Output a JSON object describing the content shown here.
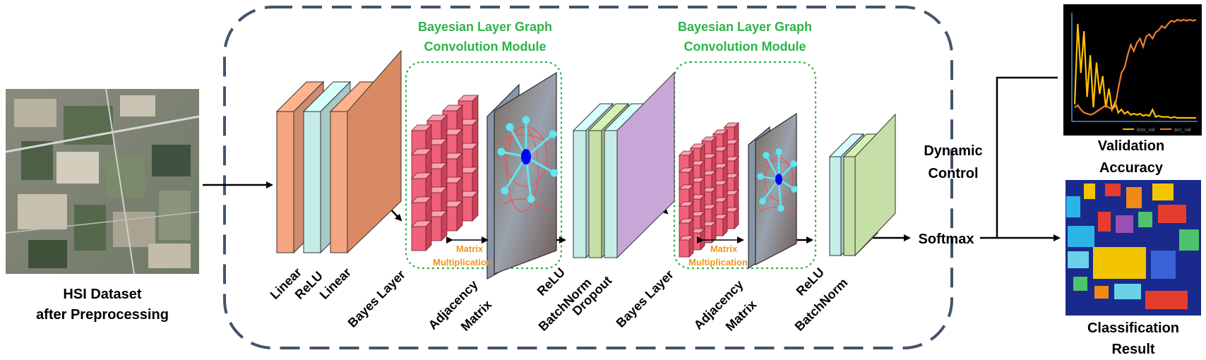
{
  "input": {
    "line1": "HSI Dataset",
    "line2": "after Preprocessing"
  },
  "modules": {
    "m1": {
      "line1": "Bayesian Layer Graph",
      "line2": "Convolution Module"
    },
    "m2": {
      "line1": "Bayesian Layer Graph",
      "line2": "Convolution Module"
    }
  },
  "layers": {
    "linear1": "Linear",
    "relu1": "ReLU",
    "linear2": "Linear",
    "bayes1": "Bayes Layer",
    "adj1_line1": "Adjacency",
    "adj1_line2": "Matrix",
    "mm1_line1": "Matrix",
    "mm1_line2": "Multiplication",
    "relu2": "ReLU",
    "bn1": "BatchNorm",
    "dropout": "Dropout",
    "bayes2": "Bayes Layer",
    "adj2_line1": "Adjacency",
    "adj2_line2": "Matrix",
    "mm2_line1": "Matrix",
    "mm2_line2": "Multiplication",
    "relu3": "ReLU",
    "bn2": "BatchNorm"
  },
  "softmax": "Softmax",
  "control": {
    "line1": "Dynamic",
    "line2": "Control"
  },
  "validation": {
    "line1": "Validation",
    "line2": "Accuracy"
  },
  "legend": {
    "loss": "loss_val",
    "acc": "acc_val"
  },
  "classification": {
    "line1": "Classification",
    "line2": "Result"
  },
  "colors": {
    "orange": "#f4a582",
    "teal": "#c6ece8",
    "olive": "#c5dfa6",
    "purple": "#c9a6d8",
    "red_block": "#f0627a",
    "module_green": "#2db34a",
    "mm_orange": "#f29416",
    "dash_border": "#44546a"
  },
  "chart_data": {
    "type": "line",
    "x": [
      1,
      2,
      3,
      4,
      5,
      6,
      7,
      8,
      9,
      10,
      11,
      12,
      13,
      14,
      15,
      16,
      17,
      18,
      19,
      20,
      21,
      22,
      23,
      24,
      25,
      26,
      27,
      28,
      29,
      30,
      31,
      32,
      33,
      34,
      35,
      36,
      37,
      38,
      39,
      40
    ],
    "series": [
      {
        "name": "loss_val",
        "values": [
          0.15,
          0.92,
          0.45,
          0.85,
          0.22,
          0.62,
          0.12,
          0.55,
          0.25,
          0.42,
          0.12,
          0.3,
          0.1,
          0.17,
          0.07,
          0.1,
          0.06,
          0.08,
          0.05,
          0.06,
          0.05,
          0.06,
          0.04,
          0.05,
          0.04,
          0.1,
          0.03,
          0.04,
          0.03,
          0.03,
          0.03,
          0.02,
          0.03,
          0.02,
          0.02,
          0.02,
          0.02,
          0.02,
          0.02,
          0.02
        ]
      },
      {
        "name": "acc_val",
        "values": [
          0.12,
          0.14,
          0.1,
          0.07,
          0.06,
          0.05,
          0.06,
          0.08,
          0.1,
          0.12,
          0.14,
          0.12,
          0.1,
          0.13,
          0.3,
          0.45,
          0.5,
          0.62,
          0.72,
          0.66,
          0.74,
          0.78,
          0.7,
          0.8,
          0.82,
          0.78,
          0.84,
          0.86,
          0.9,
          0.88,
          0.92,
          0.95,
          0.94,
          0.96,
          0.95,
          0.96,
          0.95,
          0.96,
          0.95,
          0.96
        ]
      }
    ],
    "colors": [
      "#ffc000",
      "#ed7d31"
    ],
    "legend": "bottom"
  }
}
